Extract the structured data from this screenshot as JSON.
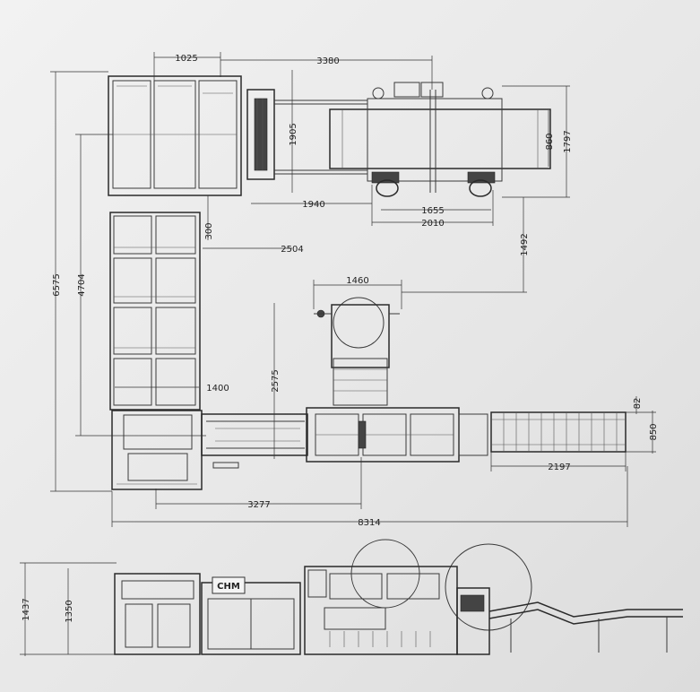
{
  "dimensions": {
    "d1025": "1025",
    "d3380": "3380",
    "d1905": "1905",
    "d860": "860",
    "d1797": "1797",
    "d1940": "1940",
    "d1655": "1655",
    "d2010": "2010",
    "d300": "300",
    "d2504": "2504",
    "d1492": "1492",
    "d6575": "6575",
    "d4704": "4704",
    "d1460": "1460",
    "d2575": "2575",
    "d1400": "1400",
    "d82": "82",
    "d850": "850",
    "d2197": "2197",
    "d3277": "3277",
    "d8314": "8314",
    "d1437": "1437",
    "d1350": "1350"
  },
  "machine_logo": "CHM"
}
